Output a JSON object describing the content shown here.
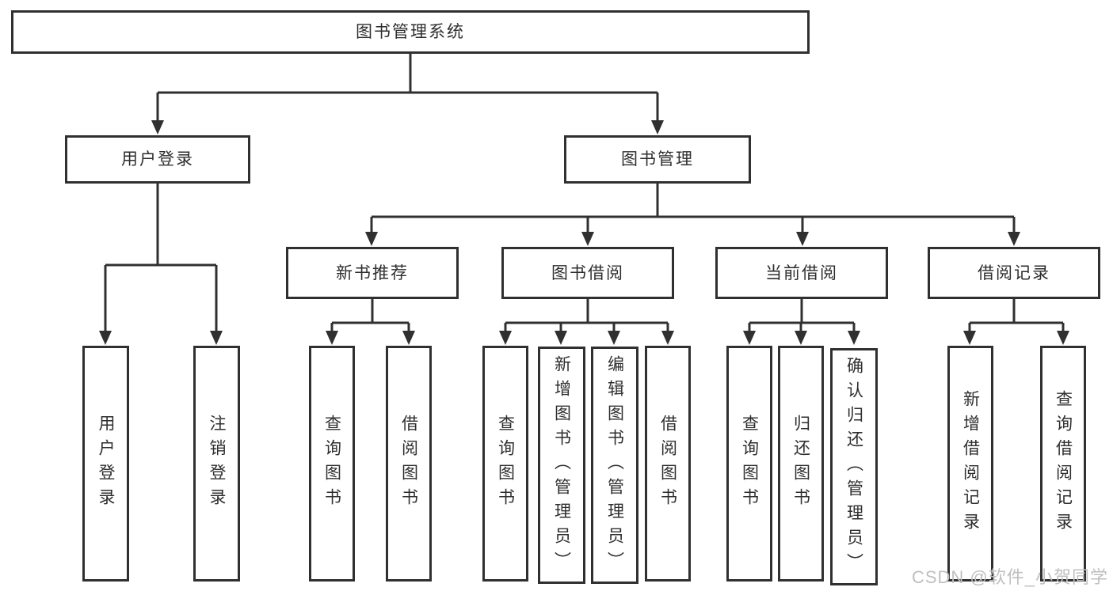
{
  "colors": {
    "line": "#303030",
    "text": "#2e2e2e",
    "watermark": "#bfbfbf",
    "background": "#ffffff"
  },
  "watermark": "CSDN @软件_小贺同学",
  "tree": {
    "root": "图书管理系统",
    "branches": [
      {
        "label": "用户登录",
        "children": [
          "用户登录",
          "注销登录"
        ]
      },
      {
        "label": "图书管理",
        "children": [
          {
            "label": "新书推荐",
            "children": [
              "查询图书",
              "借阅图书"
            ]
          },
          {
            "label": "图书借阅",
            "children": [
              "查询图书",
              "新增图书（管理员）",
              "编辑图书（管理员）",
              "借阅图书"
            ]
          },
          {
            "label": "当前借阅",
            "children": [
              "查询图书",
              "归还图书",
              "确认归还（管理员）"
            ]
          },
          {
            "label": "借阅记录",
            "children": [
              "新增借阅记录",
              "查询借阅记录"
            ]
          }
        ]
      }
    ]
  }
}
